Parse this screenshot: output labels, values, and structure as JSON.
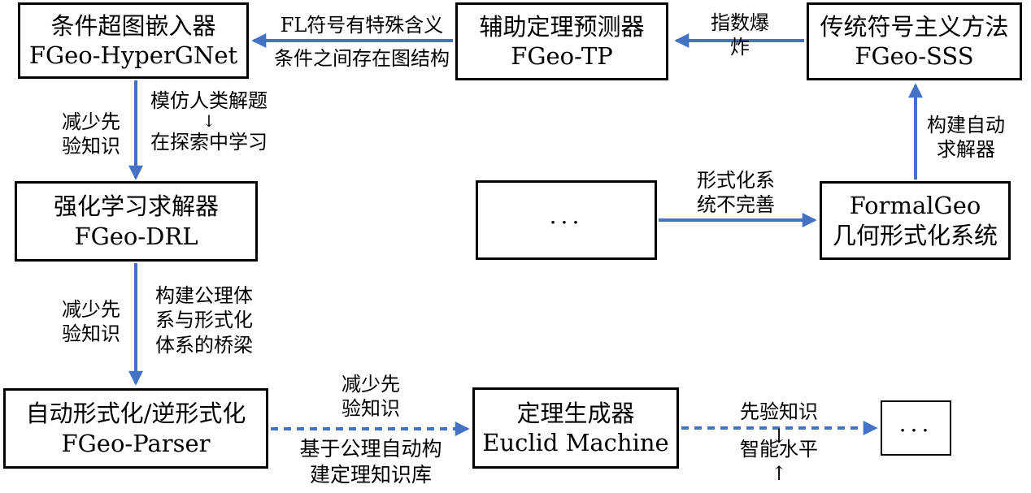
{
  "colors": {
    "arrow": "#4472C4",
    "border": "#000000",
    "background": "#FFFFFF",
    "text": "#000000"
  },
  "nodes": {
    "hypergnet": {
      "title": "条件超图嵌入器",
      "subtitle": "FGeo-HyperGNet"
    },
    "tp": {
      "title": "辅助定理预测器",
      "subtitle": "FGeo-TP"
    },
    "sss": {
      "title": "传统符号主义方法",
      "subtitle": "FGeo-SSS"
    },
    "drl": {
      "title": "强化学习求解器",
      "subtitle": "FGeo-DRL"
    },
    "ellipsis_mid": {
      "title": "..."
    },
    "formalgeo": {
      "title": "FormalGeo",
      "subtitle": "几何形式化系统"
    },
    "parser": {
      "title": "自动形式化/逆形式化",
      "subtitle": "FGeo-Parser"
    },
    "euclid": {
      "title": "定理生成器",
      "subtitle": "Euclid Machine"
    },
    "ellipsis_end": {
      "title": "..."
    }
  },
  "edge_labels": {
    "tp_to_hypergnet_above": "FL符号有特殊含义",
    "tp_to_hypergnet_below": "条件之间存在图结构",
    "sss_to_tp": "指数爆炸",
    "hypergnet_to_drl_left": "减少先\n验知识",
    "hypergnet_to_drl_right_1": "模仿人类解题",
    "hypergnet_to_drl_right_arrow": "↓",
    "hypergnet_to_drl_right_2": "在探索中学习",
    "formalgeo_to_sss": "构建自动\n求解器",
    "ellipsis_to_formalgeo": "形式化系\n统不完善",
    "drl_to_parser_left": "减少先\n验知识",
    "drl_to_parser_right": "构建公理体\n系与形式化\n体系的桥梁",
    "parser_to_euclid_above": "减少先\n验知识",
    "parser_to_euclid_below": "基于公理自动构\n建定理知识库",
    "euclid_to_end_above": "先验知识↓",
    "euclid_to_end_below": "智能水平↑"
  }
}
